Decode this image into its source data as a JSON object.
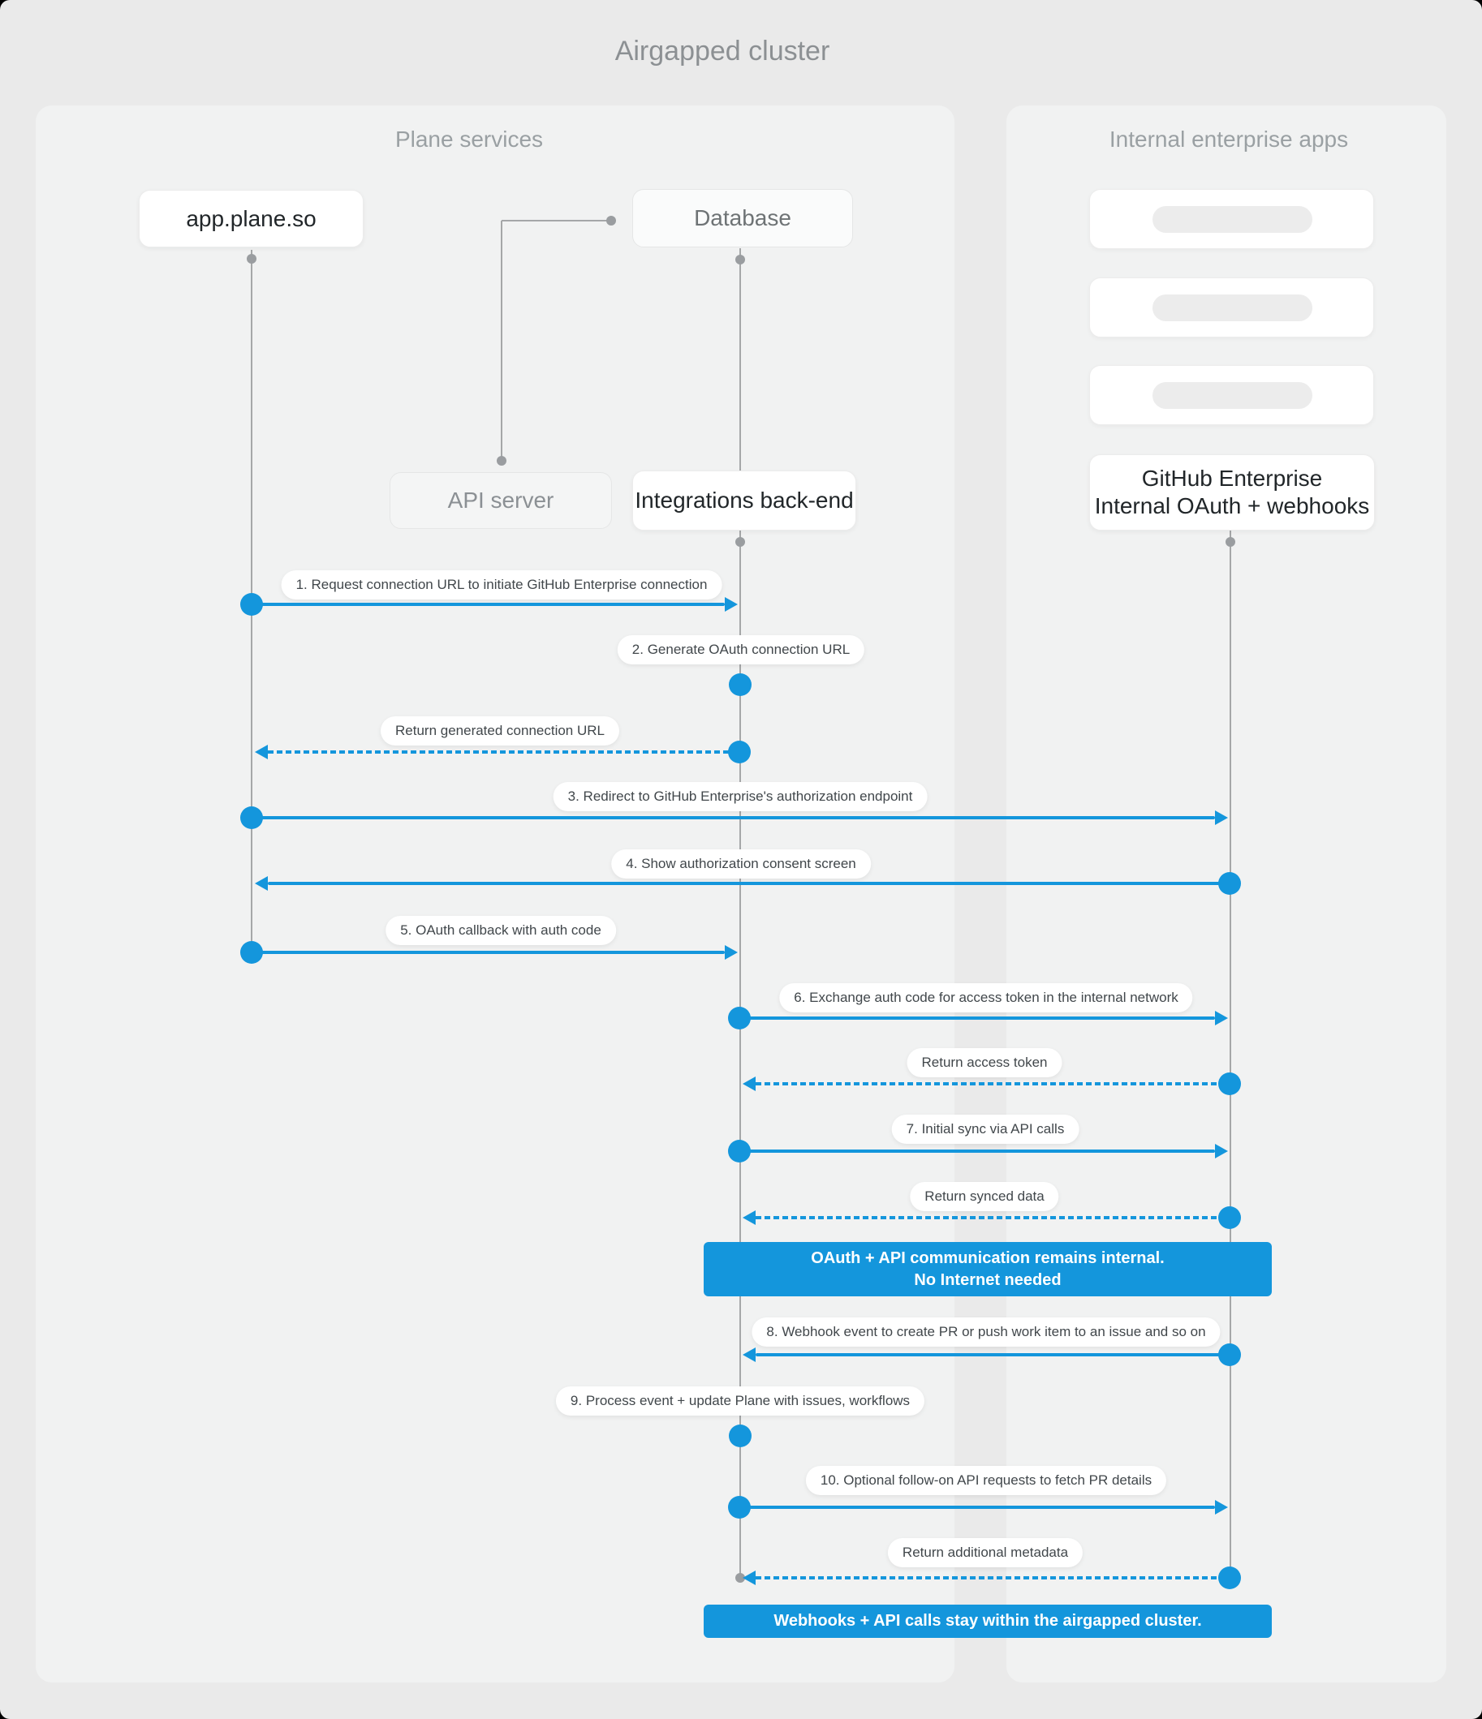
{
  "title": "Airgapped cluster",
  "colors": {
    "accent_blue": "#1496dc",
    "page_bg": "#eaeaea",
    "panel_bg": "#f1f2f2",
    "lifeline_gray": "#a5a7a8"
  },
  "panels": {
    "left": {
      "title": "Plane services"
    },
    "right": {
      "title": "Internal enterprise apps"
    }
  },
  "actors": {
    "app": "app.plane.so",
    "database": "Database",
    "api_server": "API server",
    "integrations": "Integrations back-end",
    "github_line1": "GitHub Enterprise",
    "github_line2": "Internal OAuth + webhooks"
  },
  "messages": [
    {
      "label": "1. Request connection URL to initiate GitHub Enterprise connection",
      "from": "app.plane.so",
      "to": "Integrations back-end",
      "style": "solid"
    },
    {
      "label": "2. Generate OAuth connection URL",
      "from": "Integrations back-end",
      "to": "Integrations back-end",
      "style": "self"
    },
    {
      "label": "Return generated connection URL",
      "from": "Integrations back-end",
      "to": "app.plane.so",
      "style": "dashed"
    },
    {
      "label": "3. Redirect to GitHub Enterprise's authorization endpoint",
      "from": "app.plane.so",
      "to": "GitHub Enterprise",
      "style": "solid"
    },
    {
      "label": "4. Show authorization consent screen",
      "from": "GitHub Enterprise",
      "to": "app.plane.so",
      "style": "solid"
    },
    {
      "label": "5. OAuth callback with auth code",
      "from": "app.plane.so",
      "to": "Integrations back-end",
      "style": "solid"
    },
    {
      "label": "6. Exchange auth code for access token in the internal network",
      "from": "Integrations back-end",
      "to": "GitHub Enterprise",
      "style": "solid"
    },
    {
      "label": "Return access token",
      "from": "GitHub Enterprise",
      "to": "Integrations back-end",
      "style": "dashed"
    },
    {
      "label": "7. Initial sync via API calls",
      "from": "Integrations back-end",
      "to": "GitHub Enterprise",
      "style": "solid"
    },
    {
      "label": "Return synced data",
      "from": "GitHub Enterprise",
      "to": "Integrations back-end",
      "style": "dashed"
    },
    {
      "label": "8. Webhook event to create PR  or push work item to an issue  and so on",
      "from": "GitHub Enterprise",
      "to": "Integrations back-end",
      "style": "solid"
    },
    {
      "label": "9. Process event + update Plane with issues, workflows",
      "from": "Integrations back-end",
      "to": "Integrations back-end",
      "style": "self"
    },
    {
      "label": "10. Optional follow-on API requests to fetch PR details",
      "from": "Integrations back-end",
      "to": "GitHub Enterprise",
      "style": "solid"
    },
    {
      "label": "Return additional metadata",
      "from": "GitHub Enterprise",
      "to": "Integrations back-end",
      "style": "dashed"
    }
  ],
  "banners": [
    {
      "lines": [
        "OAuth + API communication remains internal.",
        "No Internet needed"
      ]
    },
    {
      "lines": [
        "Webhooks + API calls stay within the airgapped cluster."
      ]
    }
  ]
}
